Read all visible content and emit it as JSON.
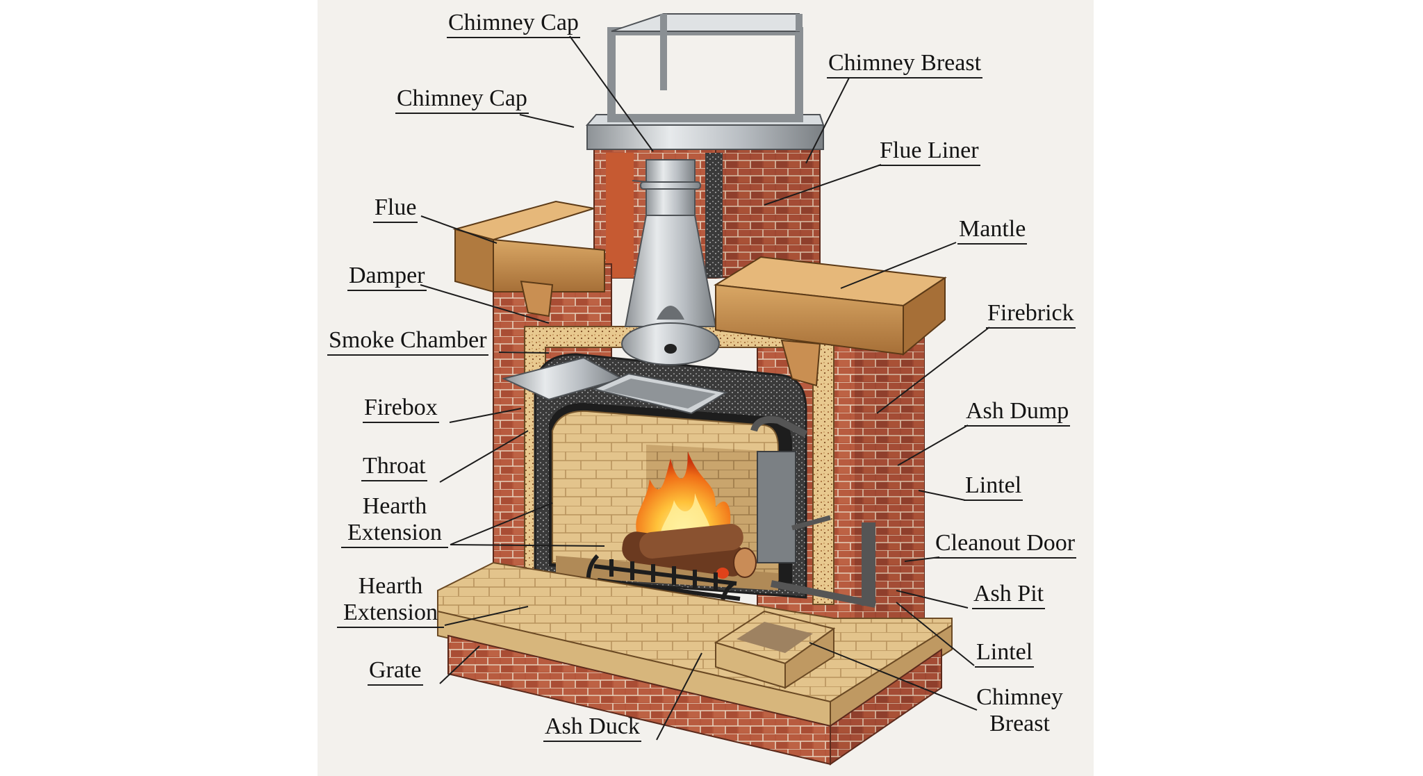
{
  "labels": {
    "chimney_cap_top": "Chimney Cap",
    "chimney_cap_left": "Chimney Cap",
    "chimney_breast_top": "Chimney Breast",
    "flue_liner": "Flue Liner",
    "flue": "Flue",
    "mantle": "Mantle",
    "damper": "Damper",
    "firebrick": "Firebrick",
    "smoke_chamber": "Smoke Chamber",
    "firebox": "Firebox",
    "ash_dump": "Ash Dump",
    "throat": "Throat",
    "lintel_upper": "Lintel",
    "hearth_extension_upper_1": "Hearth",
    "hearth_extension_upper_2": "Extension",
    "cleanout_door": "Cleanout Door",
    "ash_pit": "Ash Pit",
    "hearth_extension_lower_1": "Hearth",
    "hearth_extension_lower_2": "Extension",
    "lintel_lower": "Lintel",
    "grate": "Grate",
    "chimney_breast_bottom_1": "Chimney",
    "chimney_breast_bottom_2": "Breast",
    "ash_duck": "Ash Duck"
  },
  "colors": {
    "background": "#f3f1ed",
    "brick": "#b4553a",
    "firebrick": "#e3c48c",
    "wood": "#b07a3f",
    "steel": "#b9bec3",
    "flame": "#f39a1d"
  }
}
